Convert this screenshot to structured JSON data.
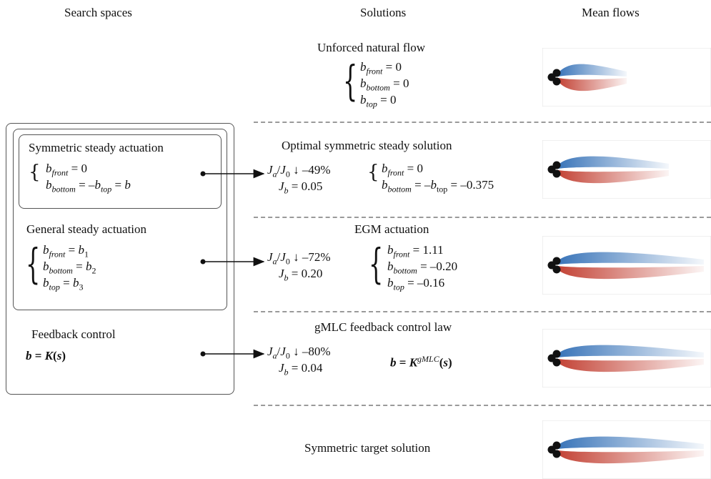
{
  "headers": {
    "search_spaces": "Search spaces",
    "solutions": "Solutions",
    "mean_flows": "Mean flows"
  },
  "search_spaces": {
    "symmetric": {
      "title": "Symmetric steady actuation",
      "eq1_lhs": "b",
      "eq1_sub": "front",
      "eq1_rhs": " = 0",
      "eq2_lhs": "b",
      "eq2_sub": "bottom",
      "eq2_mid": " = –b",
      "eq2_sub2": "top",
      "eq2_rhs": " = b"
    },
    "general": {
      "title": "General steady actuation",
      "eq1_sub": "front",
      "eq1_rhs_sub": "1",
      "eq2_sub": "bottom",
      "eq2_rhs_sub": "2",
      "eq3_sub": "top",
      "eq3_rhs_sub": "3"
    },
    "feedback": {
      "title": "Feedback control",
      "law": "b = K(s)"
    }
  },
  "solutions": {
    "unforced": {
      "title": "Unforced natural flow",
      "front": "0",
      "bottom": "0",
      "top": "0"
    },
    "symmetric": {
      "title": "Optimal symmetric steady solution",
      "ratio": "↓ –49%",
      "jb": "= 0.05",
      "front": "= 0",
      "bottom_rhs": "= –0.375"
    },
    "egm": {
      "title": "EGM actuation",
      "ratio": "↓ –72%",
      "jb": "= 0.20",
      "front": "= 1.11",
      "bottom": "= –0.20",
      "top": "= –0.16"
    },
    "gmlc": {
      "title": "gMLC feedback control law",
      "ratio": "↓ –80%",
      "jb": "= 0.04",
      "law_sup": "gMLC"
    },
    "target": {
      "title": "Symmetric target solution"
    }
  },
  "mean_flows": {
    "blue": "#2f6db5",
    "red": "#c0392b",
    "extent": [
      0.45,
      0.75,
      1.0,
      1.0,
      1.0
    ]
  }
}
